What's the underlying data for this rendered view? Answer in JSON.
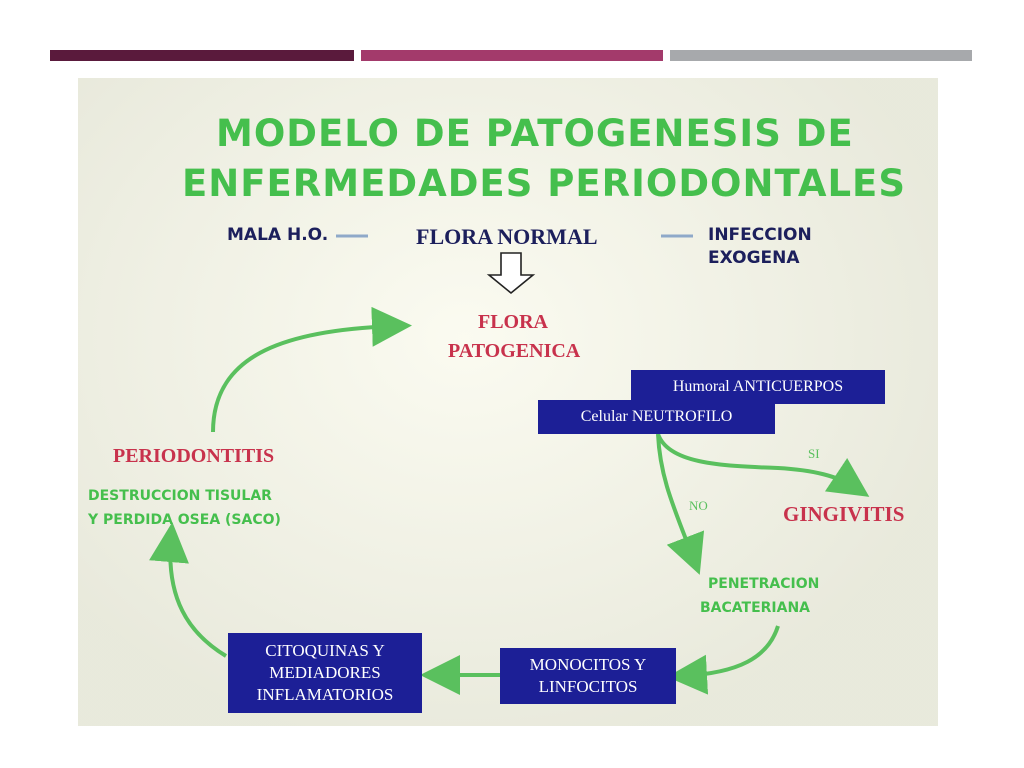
{
  "colors": {
    "bar_dark": "#5a1a3c",
    "bar_magenta": "#a33a6b",
    "bar_gray": "#a7a9ac",
    "title_green": "#45bf4d",
    "navy": "#1c1f5c",
    "red": "#c8324c",
    "box_blue": "#1c1f96",
    "arrow_green": "#5ac05e"
  },
  "diagram": {
    "title_line1": "MODELO DE PATOGENESIS DE",
    "title_line2": "ENFERMEDADES PERIODONTALES",
    "mala_ho": "MALA H.O.",
    "flora_normal": "FLORA NORMAL",
    "infeccion_line1": "INFECCION",
    "infeccion_line2": "EXOGENA",
    "flora_patogenica_line1": "FLORA",
    "flora_patogenica_line2": "PATOGENICA",
    "humoral_box": "Humoral ANTICUERPOS",
    "celular_box": "Celular NEUTROFILO",
    "label_si": "SI",
    "label_no": "NO",
    "gingivitis": "GINGIVITIS",
    "penetracion_line1": "PENETRACION",
    "penetracion_line2": "BACATERIANA",
    "monocitos_box": "MONOCITOS Y\nLINFOCITOS",
    "citoquinas_box": "CITOQUINAS Y\nMEDIADORES\nINFLAMATORIOS",
    "periodontitis": "PERIODONTITIS",
    "destruccion_line1": "DESTRUCCION TISULAR",
    "destruccion_line2": "Y PERDIDA OSEA (SACO)"
  }
}
